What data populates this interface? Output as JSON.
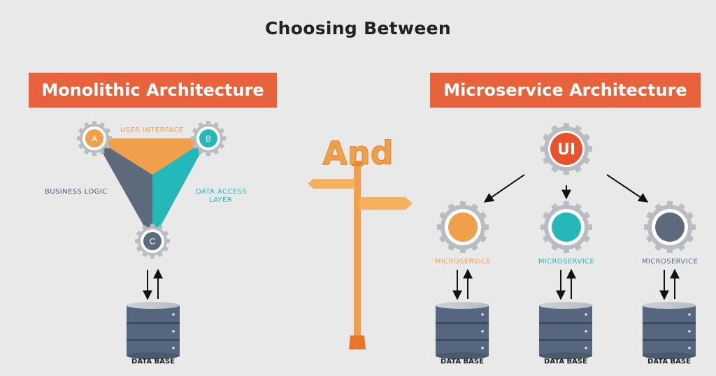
{
  "title": "Choosing Between",
  "left": {
    "banner": "Monolithic Architecture",
    "labels": {
      "user_interface": "USER INTERFACE",
      "business_logic": "BUSINESS LOGIC",
      "data_access_line1": "DATA ACCESS",
      "data_access_line2": "LAYER"
    },
    "nodes": {
      "a": "A",
      "b": "B",
      "c": "C"
    },
    "database": "DATA BASE"
  },
  "center": {
    "word": "And"
  },
  "right": {
    "banner": "Microservice Architecture",
    "ui_node": "UI",
    "services": [
      {
        "label": "MICROSERVICE",
        "color": "#f0a04b",
        "database": "DATA BASE"
      },
      {
        "label": "MICROSERVICE",
        "color": "#25b8b8",
        "database": "DATA BASE"
      },
      {
        "label": "MICROSERVICE",
        "color": "#5c6a7c",
        "database": "DATA BASE"
      }
    ]
  },
  "colors": {
    "orange": "#f0a04b",
    "teal": "#25b8b8",
    "slate": "#5c6a7c",
    "banner": "#e8623c",
    "ui_node": "#e8532c",
    "db": "#56667e"
  }
}
